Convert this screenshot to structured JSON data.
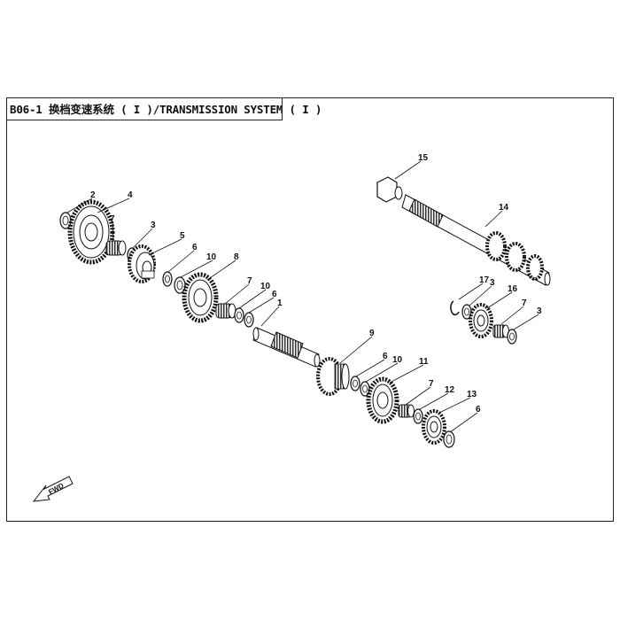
{
  "title": "B06-1  换档变速系统 ( I )/TRANSMISSION SYSTEM ( I )",
  "fwd_label": "FWD",
  "callouts": [
    "1",
    "2",
    "3",
    "4",
    "5",
    "6",
    "7",
    "8",
    "9",
    "10",
    "11",
    "12",
    "13",
    "14",
    "15",
    "16",
    "17"
  ]
}
